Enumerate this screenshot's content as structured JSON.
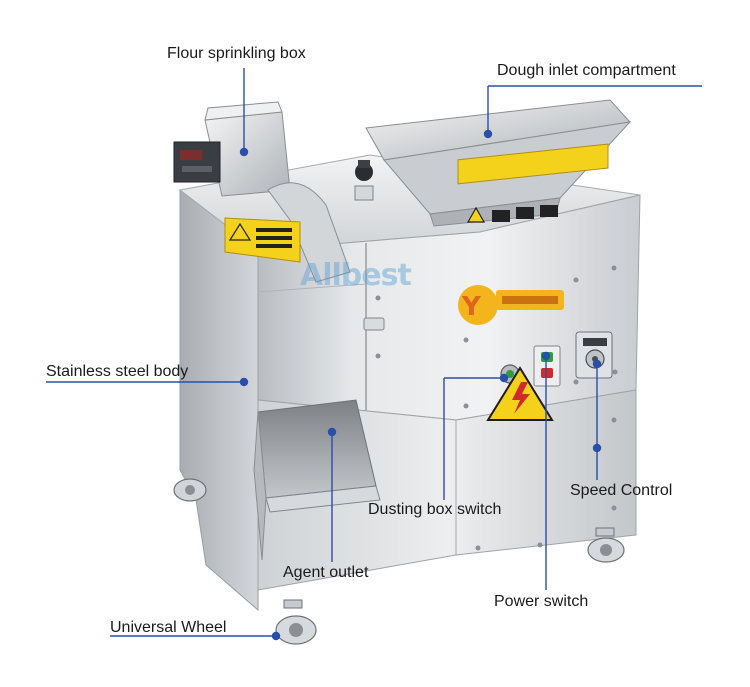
{
  "watermark": {
    "text": "Allbest"
  },
  "labels": {
    "flour_box": "Flour sprinkling box",
    "dough_inlet": "Dough inlet compartment",
    "steel_body": "Stainless steel body",
    "speed_control": "Speed Control",
    "dusting_switch": "Dusting box switch",
    "agent_outlet": "Agent outlet",
    "power_switch": "Power switch",
    "universal_wheel": "Universal Wheel"
  },
  "colors": {
    "background": "#ffffff",
    "label_text": "#1a1a1a",
    "leader_line": "#2a4fa8",
    "steel_light": "#e4e6e8",
    "steel_mid": "#c7cacd",
    "steel_dark": "#8e9296",
    "warning_yellow": "#f4d21b",
    "badge_yellow": "#f3b51b"
  },
  "icons": [
    "warning-triangle-icon",
    "lightning-icon",
    "mascot-logo"
  ]
}
